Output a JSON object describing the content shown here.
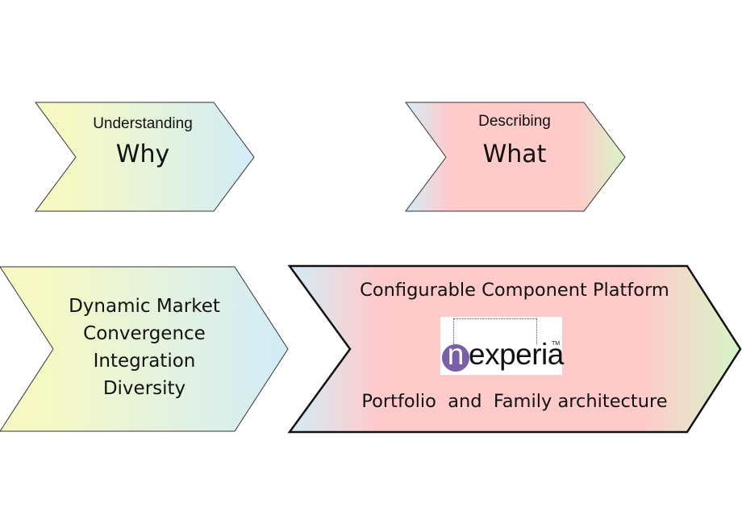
{
  "shapes": [
    {
      "id": "why",
      "caption": "Understanding",
      "title": "Why"
    },
    {
      "id": "what",
      "caption": "Describing",
      "title": "What"
    },
    {
      "id": "reasons",
      "lines": [
        "Dynamic Market",
        "Convergence",
        "Integration",
        "Diversity"
      ]
    },
    {
      "id": "platform",
      "top_text": "Configurable Component Platform",
      "bottom_text": "Portfolio  and  Family architecture"
    }
  ],
  "logo": {
    "first_letter": "n",
    "rest": "experia",
    "tm": "TM"
  },
  "colors": {
    "yellow": "#f6f9c4",
    "blue": "#d2ecf8",
    "pink": "#ffcaca",
    "green": "#d7f5c8",
    "logo_purple": "#7a5ea8"
  }
}
